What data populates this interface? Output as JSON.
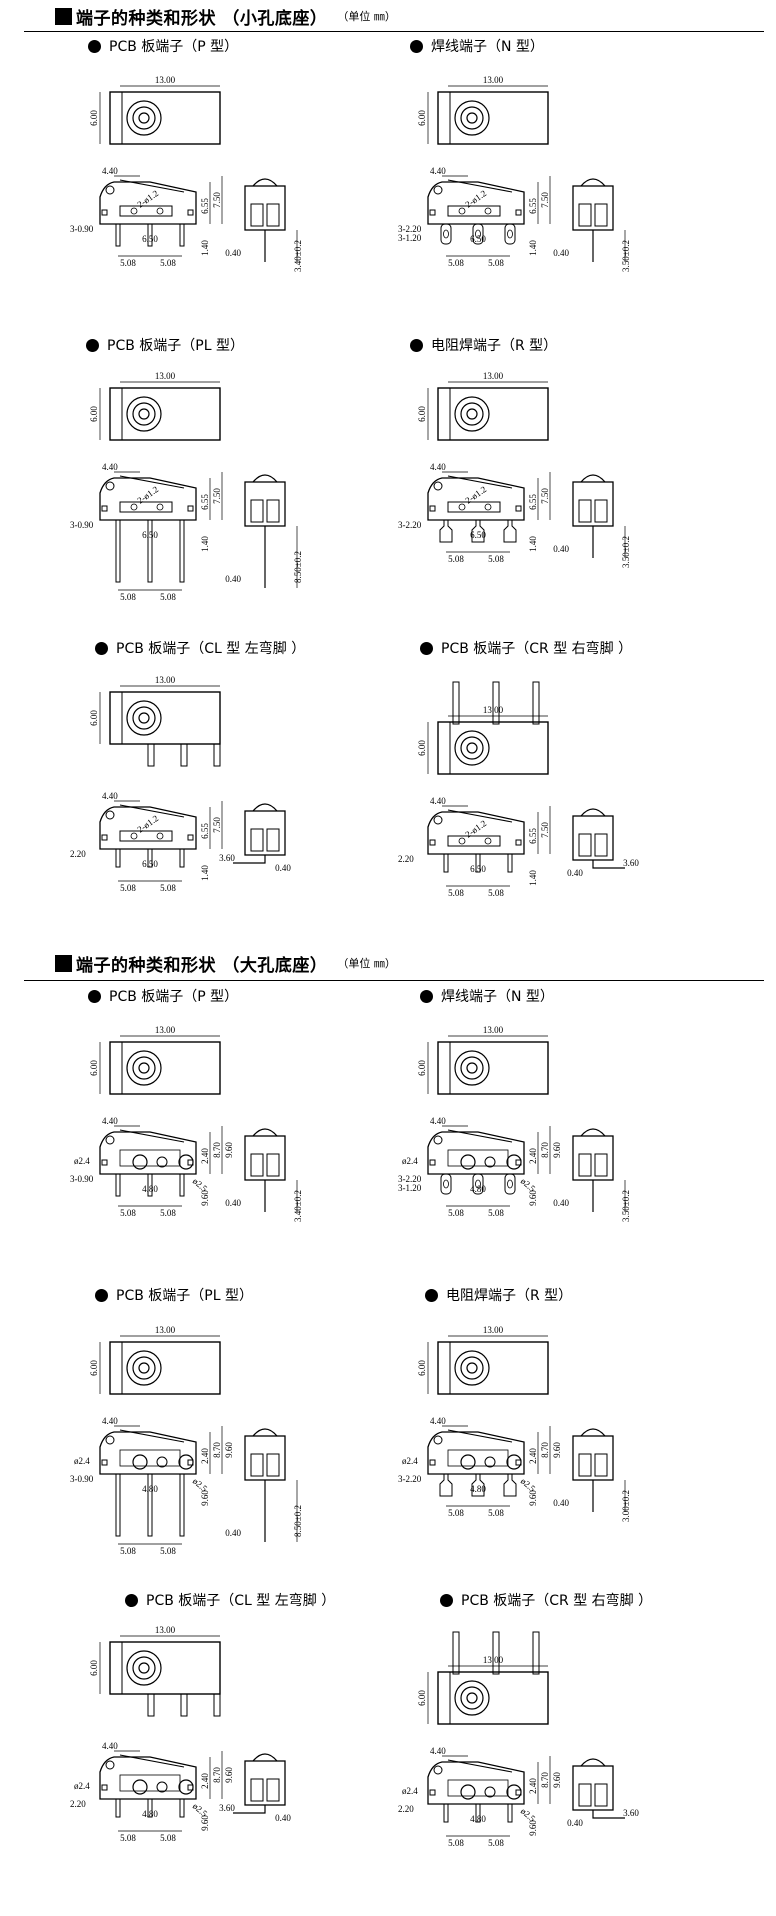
{
  "sections": [
    {
      "title": "端子的种类和形状 （小孔底座）",
      "unit": "（单位 ㎜）",
      "variants": [
        {
          "label": "PCB 板端子（P 型）",
          "dims": {
            "width": "13.00",
            "height": "6.00",
            "a": "4.40",
            "b": "6.55",
            "c": "7.50",
            "d": "1.40",
            "pitch": "5.08",
            "s": "6.50",
            "e": "0.40",
            "f": "3.40±0.2",
            "g": "3-0.90",
            "hole": "2-ø1.2"
          }
        },
        {
          "label": "焊线端子（N 型）",
          "dims": {
            "width": "13.00",
            "height": "6.00",
            "a": "4.40",
            "b": "6.55",
            "c": "7.50",
            "d": "1.40",
            "pitch": "5.08",
            "s": "6.50",
            "e": "0.40",
            "f": "3.50±0.2",
            "g": "3-2.20",
            "g2": "3-1.20",
            "hole": "2-ø1.2"
          }
        },
        {
          "label": "PCB 板端子（PL 型）",
          "dims": {
            "width": "13.00",
            "height": "6.00",
            "a": "4.40",
            "b": "6.55",
            "c": "7.50",
            "d": "1.40",
            "pitch": "5.08",
            "s": "6.50",
            "e": "0.40",
            "f": "8.50±0.2",
            "g": "3-0.90",
            "hole": "2-ø1.2"
          }
        },
        {
          "label": "电阻焊端子（R 型）",
          "dims": {
            "width": "13.00",
            "height": "6.00",
            "a": "4.40",
            "b": "6.55",
            "c": "7.50",
            "d": "1.40",
            "pitch": "5.08",
            "s": "6.50",
            "e": "0.40",
            "f": "3.50±0.2",
            "g": "3-2.20",
            "hole": "2-ø1.2"
          }
        },
        {
          "label": "PCB 板端子（CL 型 左弯脚 ）",
          "dims": {
            "width": "13.00",
            "height": "6.00",
            "a": "4.40",
            "b": "6.55",
            "c": "7.50",
            "d": "1.40",
            "pitch": "5.08",
            "s": "6.50",
            "e": "0.40",
            "f": "3.60",
            "g": "2.20",
            "hole": "2-ø1.2"
          }
        },
        {
          "label": "PCB 板端子（CR 型 右弯脚 ）",
          "dims": {
            "width": "13.00",
            "height": "6.00",
            "a": "4.40",
            "b": "6.55",
            "c": "7.50",
            "d": "1.40",
            "pitch": "5.08",
            "s": "6.50",
            "e": "0.40",
            "f": "3.60",
            "g": "2.20",
            "hole": "2-ø1.2"
          }
        }
      ]
    },
    {
      "title": "端子的种类和形状 （大孔底座）",
      "unit": "（单位 ㎜）",
      "variants": [
        {
          "label": "PCB 板端子（P 型）",
          "dims": {
            "width": "13.00",
            "height": "6.00",
            "a": "4.40",
            "b": "2.40",
            "c": "8.70",
            "d": "9.60",
            "pitch": "5.08",
            "s": "4.80",
            "e": "0.40",
            "f": "3.40±0.2",
            "g": "3-0.90",
            "hole": "ø2.4",
            "hole2": "ø2.5"
          }
        },
        {
          "label": "焊线端子（N 型）",
          "dims": {
            "width": "13.00",
            "height": "6.00",
            "a": "4.40",
            "b": "2.40",
            "c": "8.70",
            "d": "9.60",
            "pitch": "5.08",
            "s": "4.80",
            "e": "0.40",
            "f": "3.50±0.2",
            "g": "3-2.20",
            "g2": "3-1.20",
            "hole": "ø2.4",
            "hole2": "ø2.5"
          }
        },
        {
          "label": "PCB 板端子（PL 型）",
          "dims": {
            "width": "13.00",
            "height": "6.00",
            "a": "4.40",
            "b": "2.40",
            "c": "8.70",
            "d": "9.60",
            "pitch": "5.08",
            "s": "4.80",
            "e": "0.40",
            "f": "8.50±0.2",
            "g": "3-0.90",
            "hole": "ø2.4",
            "hole2": "ø2.5"
          }
        },
        {
          "label": "电阻焊端子（R 型）",
          "dims": {
            "width": "13.00",
            "height": "6.00",
            "a": "4.40",
            "b": "2.40",
            "c": "8.70",
            "d": "9.60",
            "pitch": "5.08",
            "s": "4.80",
            "e": "0.40",
            "f": "3.00±0.2",
            "g": "3-2.20",
            "hole": "ø2.4",
            "hole2": "ø2.5"
          }
        },
        {
          "label": "PCB 板端子（CL 型 左弯脚 ）",
          "dims": {
            "width": "13.00",
            "height": "6.00",
            "a": "4.40",
            "b": "2.40",
            "c": "8.70",
            "d": "9.60",
            "pitch": "5.08",
            "s": "4.80",
            "e": "0.40",
            "f": "3.60",
            "g": "2.20",
            "hole": "ø2.4",
            "hole2": "ø2.5"
          }
        },
        {
          "label": "PCB 板端子（CR 型 右弯脚 ）",
          "dims": {
            "width": "13.00",
            "height": "6.00",
            "a": "4.40",
            "b": "2.40",
            "c": "8.70",
            "d": "9.60",
            "pitch": "5.08",
            "s": "4.80",
            "e": "0.40",
            "f": "3.60",
            "g": "2.20",
            "hole": "ø2.4",
            "hole2": "ø2.5"
          }
        }
      ]
    }
  ]
}
